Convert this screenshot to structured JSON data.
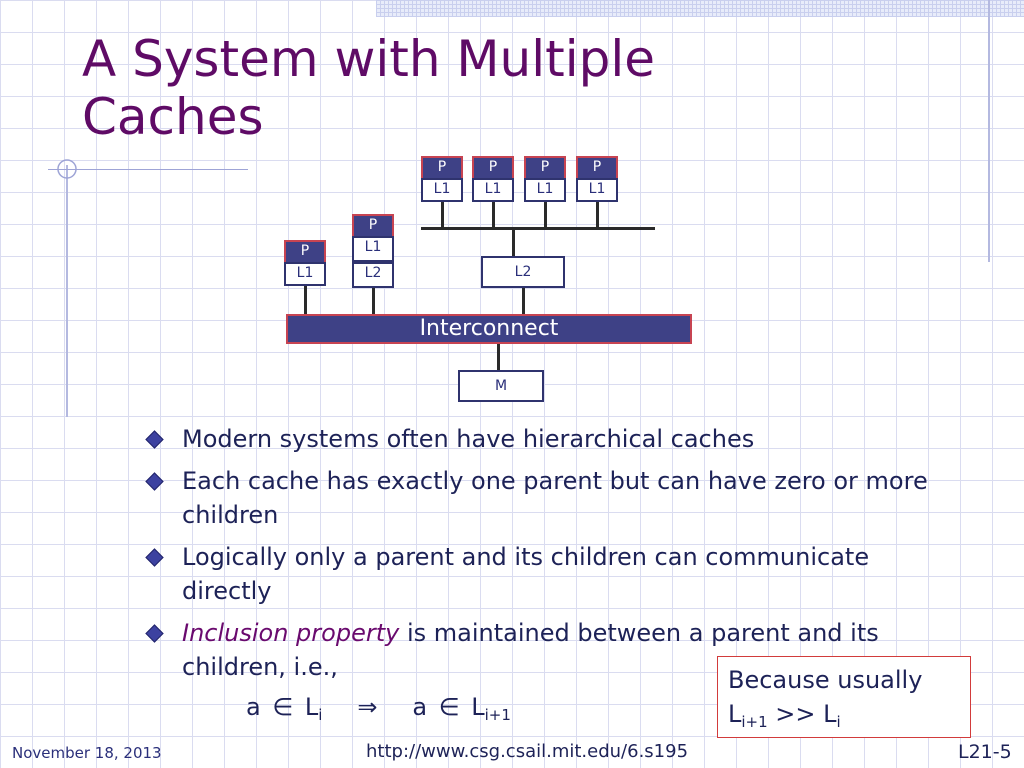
{
  "title": [
    "A System with Multiple",
    "Caches"
  ],
  "diagram": {
    "proc_label": "P",
    "l1_label": "L1",
    "l2_label": "L2",
    "interconnect_label": "Interconnect",
    "memory_label": "M"
  },
  "bullets": [
    {
      "text": "Modern systems often have hierarchical caches"
    },
    {
      "text": "Each cache has exactly one parent but can have zero or more children"
    },
    {
      "text": "Logically only a parent and its children can communicate directly"
    },
    {
      "emph": "Inclusion property",
      "text": " is maintained between a parent and its children, i.e.,"
    }
  ],
  "formula": {
    "a": "a",
    "in": "∈",
    "implies": "⇒",
    "L": "L",
    "sub_i": "i",
    "sub_i1": "i+1"
  },
  "note": {
    "line1": "Because usually",
    "L": "L",
    "sub_i1": "i+1",
    "op": " >> ",
    "sub_i": "i"
  },
  "footer": {
    "date": "November 18, 2013",
    "url": "http://www.csg.csail.mit.edu/6.s195",
    "slide_number": "L21-5"
  },
  "colors": {
    "title": "#5f0b66",
    "text": "#1d2257",
    "box_fill": "#3e4186",
    "accent_red": "#c74452"
  }
}
